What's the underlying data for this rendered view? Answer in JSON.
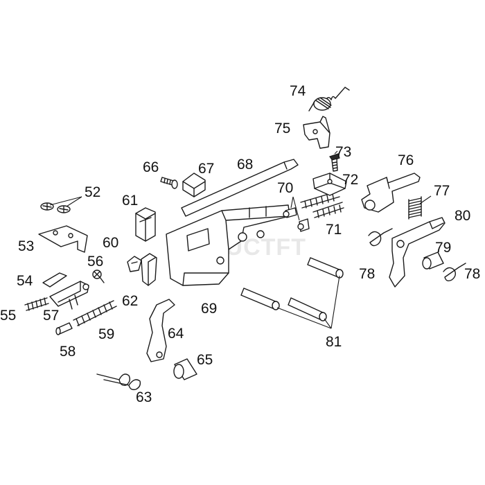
{
  "watermark": {
    "text": "AUCTFT",
    "prefix_color": "#d9202a",
    "text_color": "#9a9a9a"
  },
  "part_numbers": [
    "52",
    "53",
    "54",
    "55",
    "56",
    "57",
    "58",
    "59",
    "60",
    "61",
    "62",
    "63",
    "64",
    "65",
    "66",
    "67",
    "68",
    "69",
    "70",
    "71",
    "72",
    "73",
    "74",
    "75",
    "76",
    "77",
    "78",
    "78",
    "79",
    "80",
    "81"
  ],
  "colors": {
    "line": "#1a1a1a",
    "background": "#ffffff"
  }
}
